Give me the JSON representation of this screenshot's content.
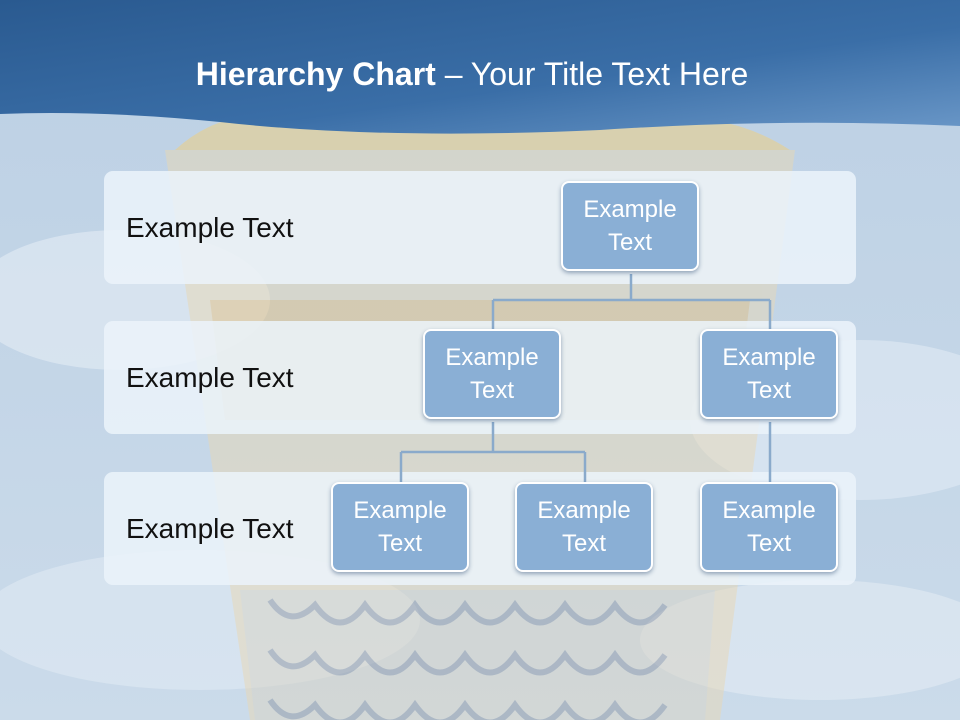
{
  "slide": {
    "title_bold": "Hierarchy Chart",
    "title_rest": " – Your Title Text Here"
  },
  "bands": [
    {
      "label": "Example Text"
    },
    {
      "label": "Example Text"
    },
    {
      "label": "Example Text"
    }
  ],
  "nodes": [
    {
      "text": "Example Text"
    },
    {
      "text": "Example Text"
    },
    {
      "text": "Example Text"
    },
    {
      "text": "Example Text"
    },
    {
      "text": "Example Text"
    },
    {
      "text": "Example Text"
    }
  ],
  "colors": {
    "header": "#2f5f95",
    "node_fill": "#8aafd5",
    "connector": "#8aaacb"
  }
}
